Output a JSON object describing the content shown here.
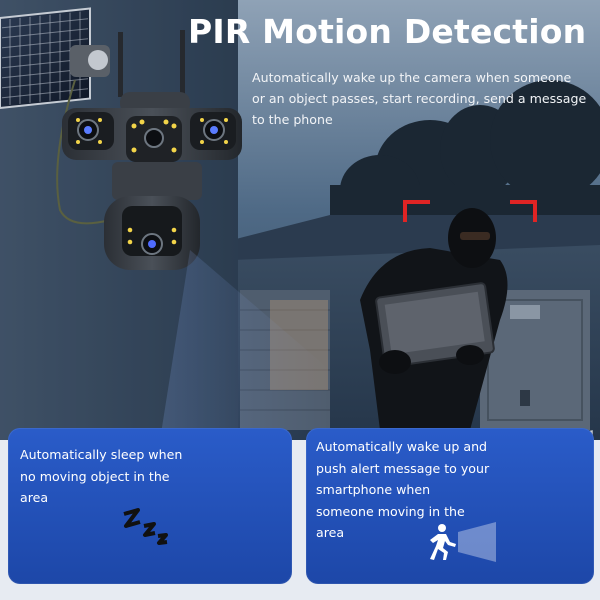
{
  "headline": "PIR Motion Detection",
  "subheadline": "Automatically wake up the camera when someone or an object passes, start recording, send a message to the phone",
  "panels": {
    "sleep": {
      "text": "Automatically sleep when no moving object in the area",
      "icon": "sleep-zzz-icon"
    },
    "wake": {
      "text": "Automatically wake up and push alert message to your smartphone when someone moving in the area",
      "icon": "running-person-icon"
    }
  },
  "colors": {
    "panel_blue": "#2152bb",
    "detection_bracket": "#e02424",
    "headline": "#ffffff"
  }
}
